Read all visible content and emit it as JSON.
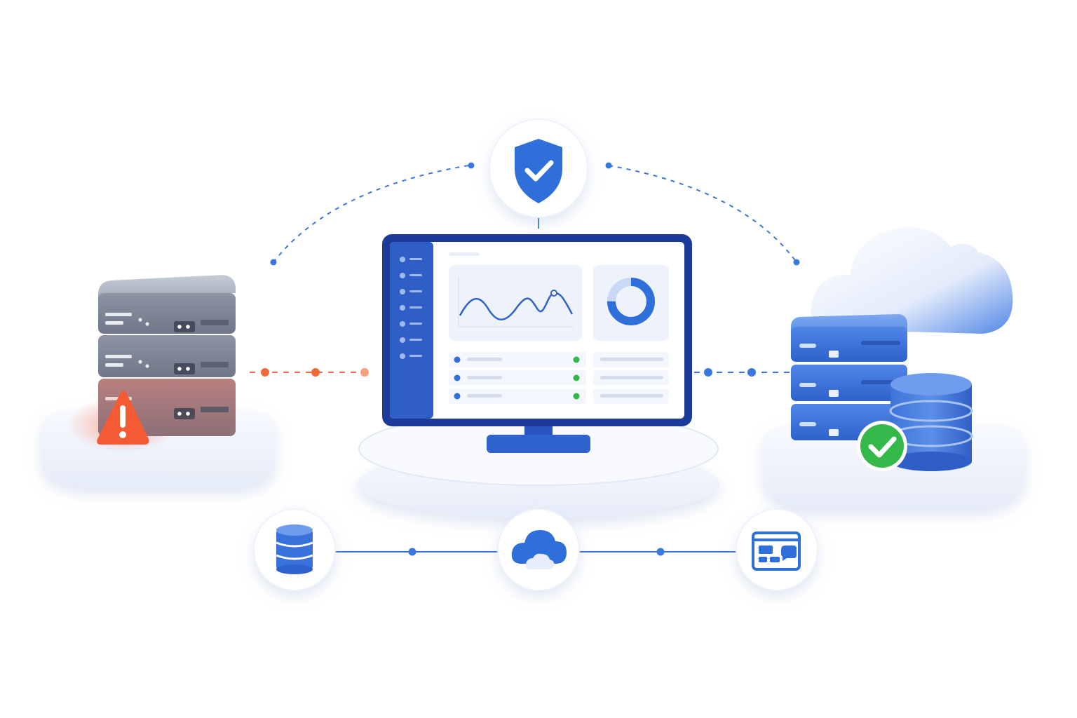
{
  "colors": {
    "background": "#ffffff",
    "accent_blue": "#2f6fd9",
    "deep_blue": "#1f3fa6",
    "warning_red": "#f05a3a",
    "ok_green": "#34b84a",
    "server_gray": "#8a93a3",
    "platform": "#eef2fa"
  },
  "nodes": {
    "shield": {
      "icon": "shield-check-icon",
      "status": "secure"
    },
    "legacy_server": {
      "icon": "server-stack-icon",
      "status": "warning",
      "status_icon": "warning-triangle-icon"
    },
    "monitor": {
      "icon": "monitor-dashboard-icon"
    },
    "cloud_server": {
      "icon": "cloud-server-icon",
      "status": "ok",
      "status_icon": "check-circle-icon"
    },
    "database": {
      "icon": "database-icon"
    },
    "cloud": {
      "icon": "cloud-icon"
    },
    "app_window": {
      "icon": "app-window-icon"
    }
  },
  "dashboard": {
    "line_chart": {
      "type": "line"
    },
    "donut": {
      "type": "donut",
      "fill_fraction": 0.75
    },
    "list_rows": 3,
    "row_status": [
      "ok",
      "ok",
      "ok"
    ],
    "nav_items": 7
  }
}
